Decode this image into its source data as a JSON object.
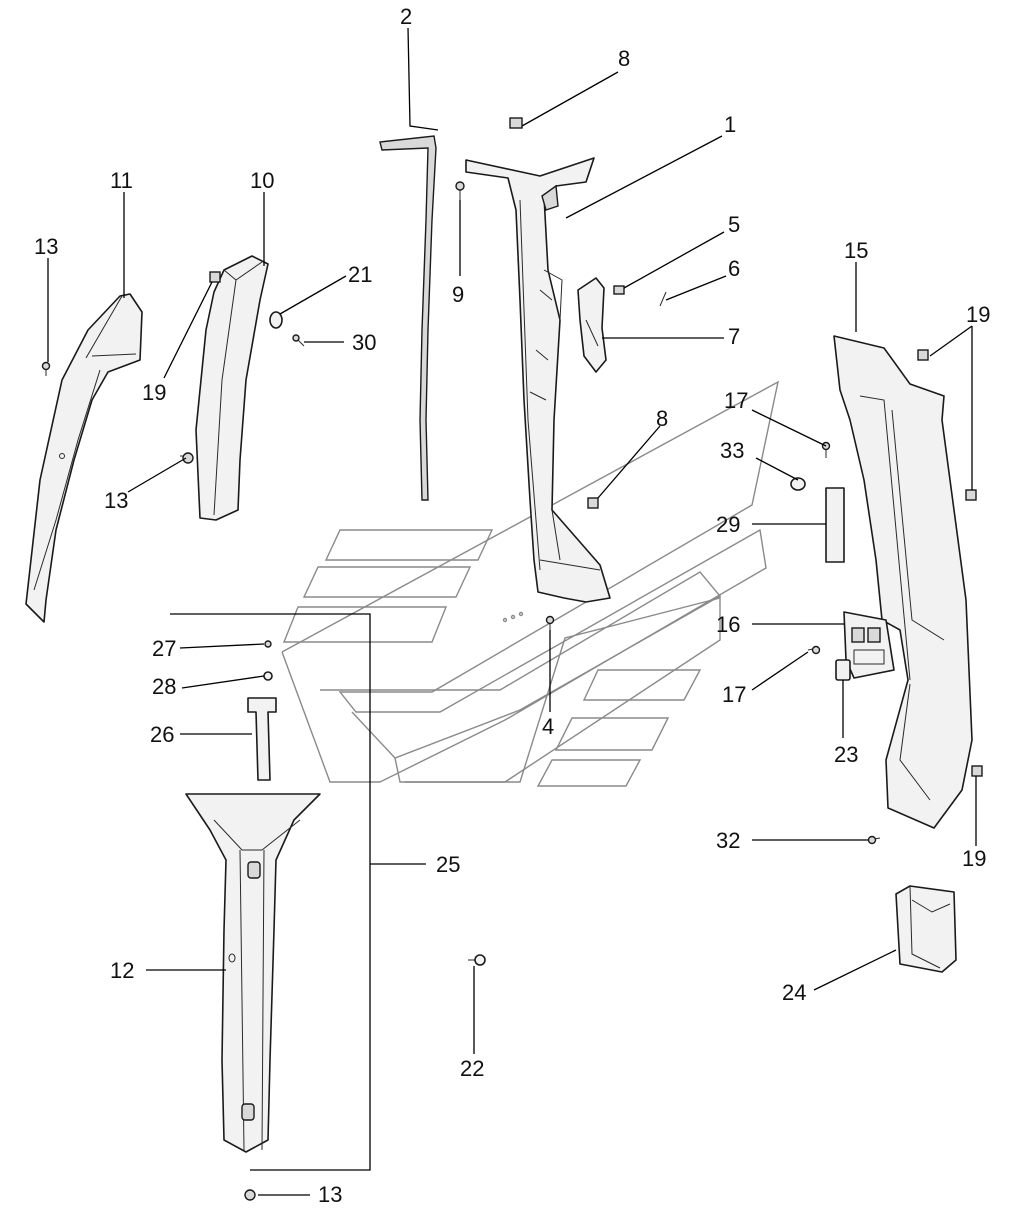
{
  "diagram": {
    "callouts": [
      {
        "id": "c2",
        "label": "2"
      },
      {
        "id": "c8a",
        "label": "8"
      },
      {
        "id": "c1",
        "label": "1"
      },
      {
        "id": "c11",
        "label": "11"
      },
      {
        "id": "c10",
        "label": "10"
      },
      {
        "id": "c13a",
        "label": "13"
      },
      {
        "id": "c21",
        "label": "21"
      },
      {
        "id": "c9",
        "label": "9"
      },
      {
        "id": "c5",
        "label": "5"
      },
      {
        "id": "c6",
        "label": "6"
      },
      {
        "id": "c15",
        "label": "15"
      },
      {
        "id": "c19a",
        "label": "19"
      },
      {
        "id": "c30",
        "label": "30"
      },
      {
        "id": "c7",
        "label": "7"
      },
      {
        "id": "c19b",
        "label": "19"
      },
      {
        "id": "c17a",
        "label": "17"
      },
      {
        "id": "c8b",
        "label": "8"
      },
      {
        "id": "c33",
        "label": "33"
      },
      {
        "id": "c13b",
        "label": "13"
      },
      {
        "id": "c29",
        "label": "29"
      },
      {
        "id": "c16",
        "label": "16"
      },
      {
        "id": "c27",
        "label": "27"
      },
      {
        "id": "c28",
        "label": "28"
      },
      {
        "id": "c17b",
        "label": "17"
      },
      {
        "id": "c4",
        "label": "4"
      },
      {
        "id": "c26",
        "label": "26"
      },
      {
        "id": "c23",
        "label": "23"
      },
      {
        "id": "c32",
        "label": "32"
      },
      {
        "id": "c25",
        "label": "25"
      },
      {
        "id": "c19c",
        "label": "19"
      },
      {
        "id": "c12",
        "label": "12"
      },
      {
        "id": "c24",
        "label": "24"
      },
      {
        "id": "c22",
        "label": "22"
      },
      {
        "id": "c13c",
        "label": "13"
      }
    ]
  }
}
